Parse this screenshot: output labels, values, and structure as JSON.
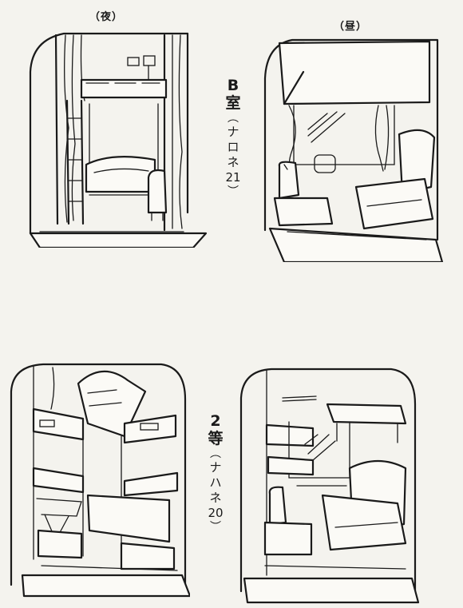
{
  "captions": {
    "night": "（夜）",
    "day": "（昼）"
  },
  "labels": {
    "b_room": {
      "main": "B",
      "main2": "室",
      "paren_open": "︵",
      "model_chars": [
        "ナ",
        "ロ",
        "ネ",
        "21"
      ],
      "paren_close": "︶"
    },
    "second_class": {
      "main": "2",
      "main2": "等",
      "paren_open": "︵",
      "model_chars": [
        "ナ",
        "ハ",
        "ネ",
        "20"
      ],
      "paren_close": "︶"
    }
  }
}
